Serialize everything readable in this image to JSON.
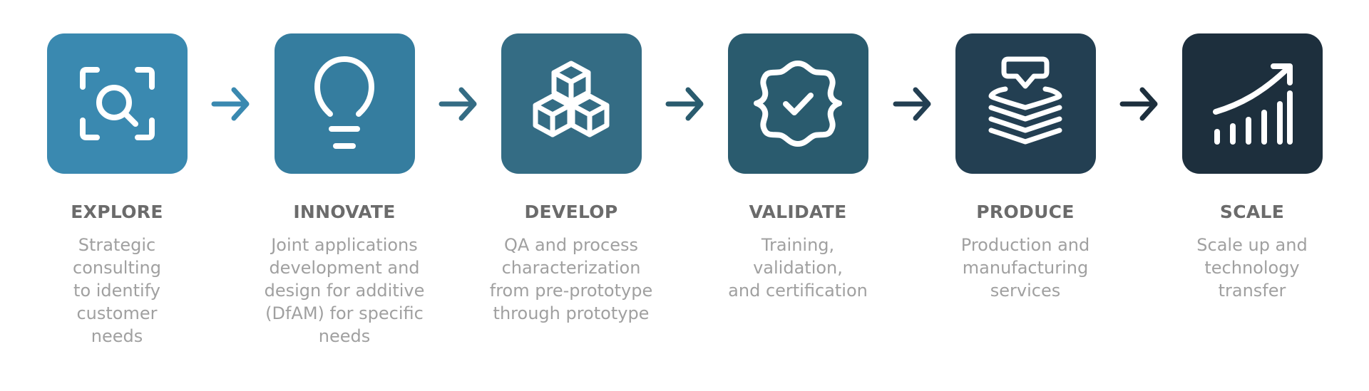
{
  "steps": [
    {
      "title": "EXPLORE",
      "description": "Strategic\nconsulting\nto identify\ncustomer\nneeds",
      "color": "#3a89b0",
      "icon": "scan-search-icon"
    },
    {
      "title": "INNOVATE",
      "description": "Joint applications\ndevelopment and\ndesign for additive\n(DfAM) for specific\nneeds",
      "color": "#357d9f",
      "icon": "lightbulb-icon"
    },
    {
      "title": "DEVELOP",
      "description": "QA and process\ncharacterization\nfrom pre-prototype\nthrough prototype",
      "color": "#346c84",
      "icon": "cubes-icon"
    },
    {
      "title": "VALIDATE",
      "description": "Training,\nvalidation,\nand certification",
      "color": "#2a5b6e",
      "icon": "verified-badge-icon"
    },
    {
      "title": "PRODUCE",
      "description": "Production and\nmanufacturing\nservices",
      "color": "#233f52",
      "icon": "layers-stack-icon"
    },
    {
      "title": "SCALE",
      "description": "Scale up and\ntechnology\ntransfer",
      "color": "#1d2f3d",
      "icon": "growth-chart-icon"
    }
  ],
  "arrow_colors": [
    "#3a89b0",
    "#346c84",
    "#2a5b6e",
    "#233f52",
    "#1d2f3d"
  ]
}
